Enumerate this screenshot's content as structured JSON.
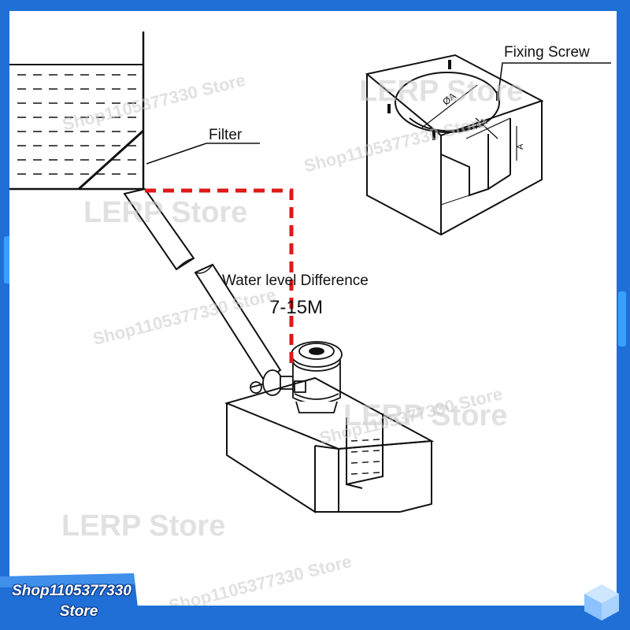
{
  "labels": {
    "filter": "Filter",
    "water_level": "Water level Difference",
    "head_range": "7-15M",
    "fixing_screw": "Fixing Screw"
  },
  "dimension_marks": {
    "diameter": "ØA",
    "half_diameter": "½A",
    "depth": "A"
  },
  "watermarks": {
    "store": "LERP Store",
    "shop": "Shop1105377330 Store"
  },
  "badge": {
    "line1": "Shop1105377330",
    "line2": "Store"
  },
  "colors": {
    "frame": "#1f6fd6",
    "dashed_line": "#e01818",
    "drawing": "#111111"
  }
}
